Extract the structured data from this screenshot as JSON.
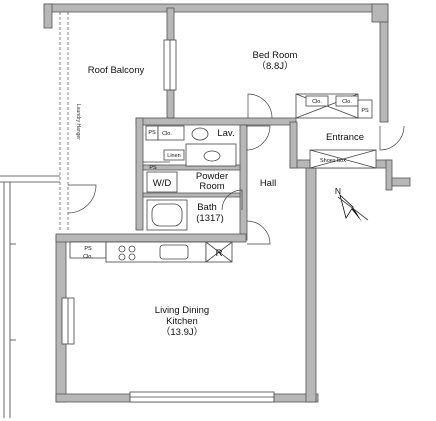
{
  "rooms": {
    "roof_balcony": "Roof Balcony",
    "laundry_hanger": "Laundry Hanger",
    "bed_room": "Bed Room",
    "bed_room_size": "（8.8J）",
    "lav": "Lav.",
    "entrance": "Entrance",
    "shoes_box": "Shoes box",
    "hall": "Hall",
    "wd": "W/D",
    "powder_room_line1": "Powder",
    "powder_room_line2": "Room",
    "bath": "Bath",
    "bath_size": "(1317)",
    "ldk_line1": "Living Dining",
    "ldk_line2": "Kitchen",
    "ldk_size": "（13.9J）",
    "refrigerator": "R"
  },
  "fixtures": {
    "ps": "PS",
    "clo": "Clo.",
    "linen": "Linen"
  },
  "compass": {
    "north": "N"
  }
}
